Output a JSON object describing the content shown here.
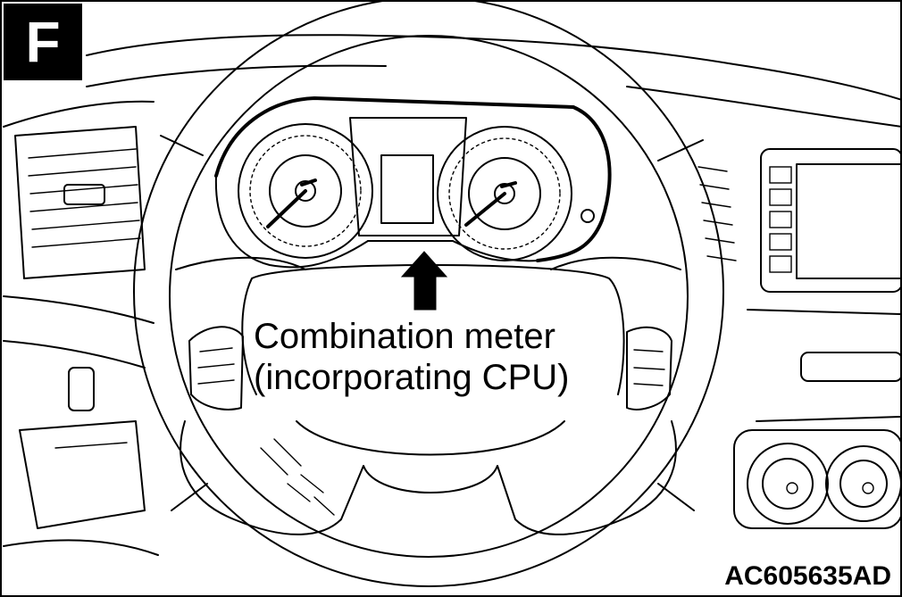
{
  "figure": {
    "section_label": "F",
    "callout_lines": [
      "Combination meter",
      "(incorporating CPU)"
    ],
    "figure_code": "AC605635AD"
  },
  "colors": {
    "line": "#000000",
    "background": "#ffffff",
    "badge_fill": "#000000",
    "badge_text": "#ffffff"
  }
}
